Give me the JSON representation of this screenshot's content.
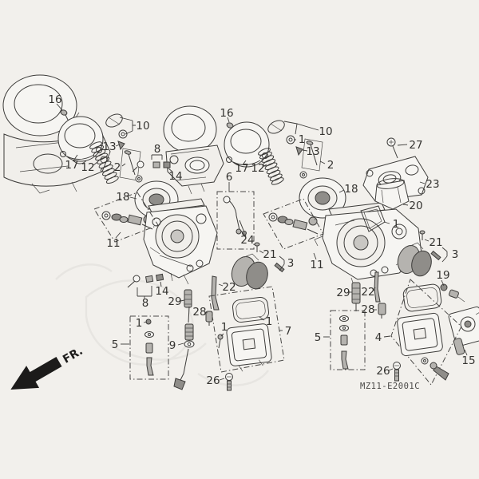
{
  "diagram": {
    "kind": "exploded-parts-diagram",
    "code": "MZ11-E2001C",
    "direction_label": "FR.",
    "colors": {
      "paper": "#f2f0ec",
      "ink": "#3d3c3a",
      "shade_dark": "#8f8d89",
      "arrow": "#1c1b1a"
    },
    "callouts": [
      {
        "label": "16"
      },
      {
        "label": "10"
      },
      {
        "label": "13"
      },
      {
        "label": "2"
      },
      {
        "label": "17"
      },
      {
        "label": "12"
      },
      {
        "label": "18"
      },
      {
        "label": "11"
      },
      {
        "label": "6"
      },
      {
        "label": "24"
      },
      {
        "label": "21"
      },
      {
        "label": "3"
      },
      {
        "label": "14"
      },
      {
        "label": "8"
      },
      {
        "label": "29"
      },
      {
        "label": "22"
      },
      {
        "label": "28"
      },
      {
        "label": "5"
      },
      {
        "label": "1"
      },
      {
        "label": "9"
      },
      {
        "label": "1"
      },
      {
        "label": "1"
      },
      {
        "label": "7"
      },
      {
        "label": "26"
      },
      {
        "label": "16"
      },
      {
        "label": "17"
      },
      {
        "label": "12"
      },
      {
        "label": "10"
      },
      {
        "label": "1"
      },
      {
        "label": "13"
      },
      {
        "label": "2"
      },
      {
        "label": "18"
      },
      {
        "label": "8"
      },
      {
        "label": "14"
      },
      {
        "label": "27"
      },
      {
        "label": "23"
      },
      {
        "label": "20"
      },
      {
        "label": "1"
      },
      {
        "label": "21"
      },
      {
        "label": "3"
      },
      {
        "label": "19"
      },
      {
        "label": "11"
      },
      {
        "label": "29"
      },
      {
        "label": "22"
      },
      {
        "label": "28"
      },
      {
        "label": "5"
      },
      {
        "label": "4"
      },
      {
        "label": "26"
      },
      {
        "label": "15"
      }
    ]
  }
}
